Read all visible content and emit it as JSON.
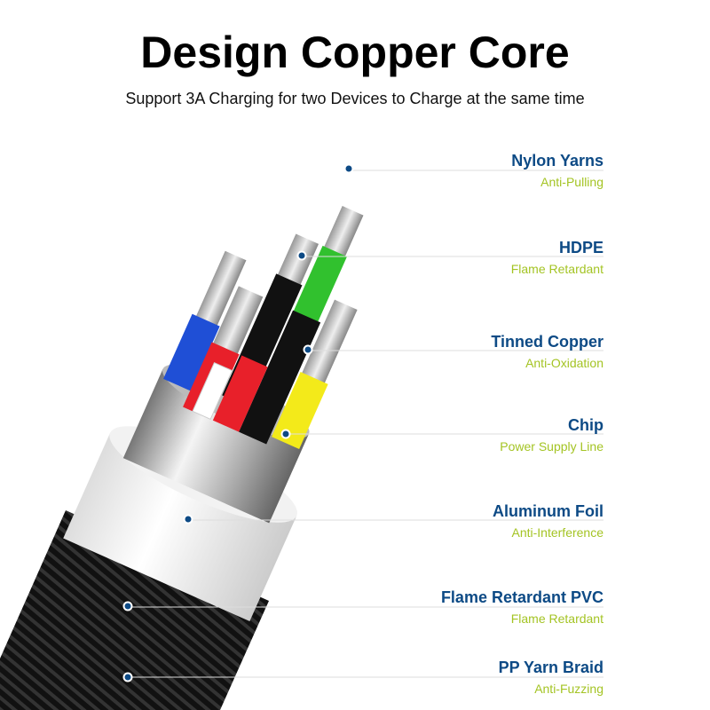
{
  "title": "Design Copper Core",
  "subtitle": "Support 3A Charging for two Devices to Charge at the same time",
  "colors": {
    "label_title": "#0d4a85",
    "label_desc": "#a4c424",
    "dot": "#0d4a85"
  },
  "layers": [
    {
      "name": "Nylon Yarns",
      "desc": "Anti-Pulling"
    },
    {
      "name": "HDPE",
      "desc": "Flame Retardant"
    },
    {
      "name": "Tinned Copper",
      "desc": "Anti-Oxidation"
    },
    {
      "name": "Chip",
      "desc": "Power Supply Line"
    },
    {
      "name": "Aluminum Foil",
      "desc": "Anti-Interference"
    },
    {
      "name": "Flame Retardant PVC",
      "desc": "Flame Retardant"
    },
    {
      "name": "PP Yarn Braid",
      "desc": "Anti-Fuzzing"
    }
  ]
}
